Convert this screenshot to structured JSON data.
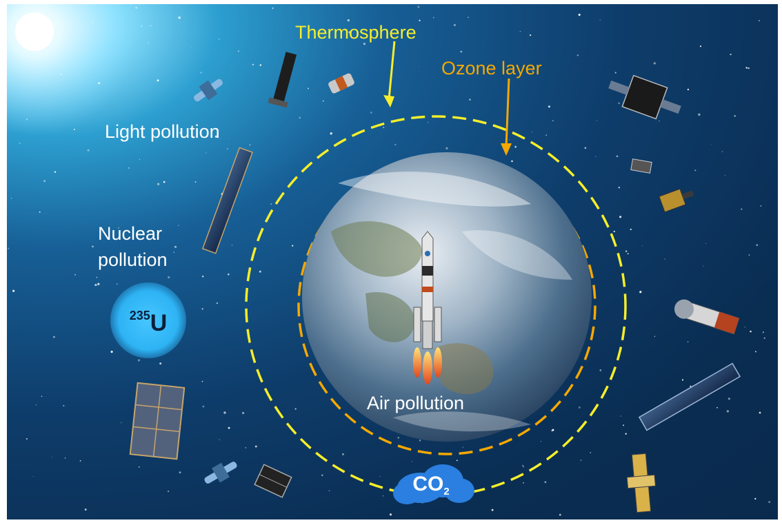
{
  "labels": {
    "thermosphere": "Thermosphere",
    "ozone_layer": "Ozone layer",
    "light_pollution": "Light pollution",
    "nuclear_pollution_line1": "Nuclear",
    "nuclear_pollution_line2": "pollution",
    "air_pollution": "Air pollution"
  },
  "uranium": {
    "mass_number": "235",
    "symbol": "U"
  },
  "co2": {
    "base": "CO",
    "subscript": "2"
  },
  "colors": {
    "thermosphere": "#f6ee2a",
    "ozone_layer": "#f5a800",
    "space_dark": "#0a2d52",
    "uranium_glow": "#2eb3f4",
    "co2_cloud": "#2a7fe0"
  },
  "icons": [
    "satellite-icon",
    "solar-panel-icon",
    "rocket-icon",
    "earth-icon",
    "sun-glare-icon",
    "cloud-icon"
  ]
}
